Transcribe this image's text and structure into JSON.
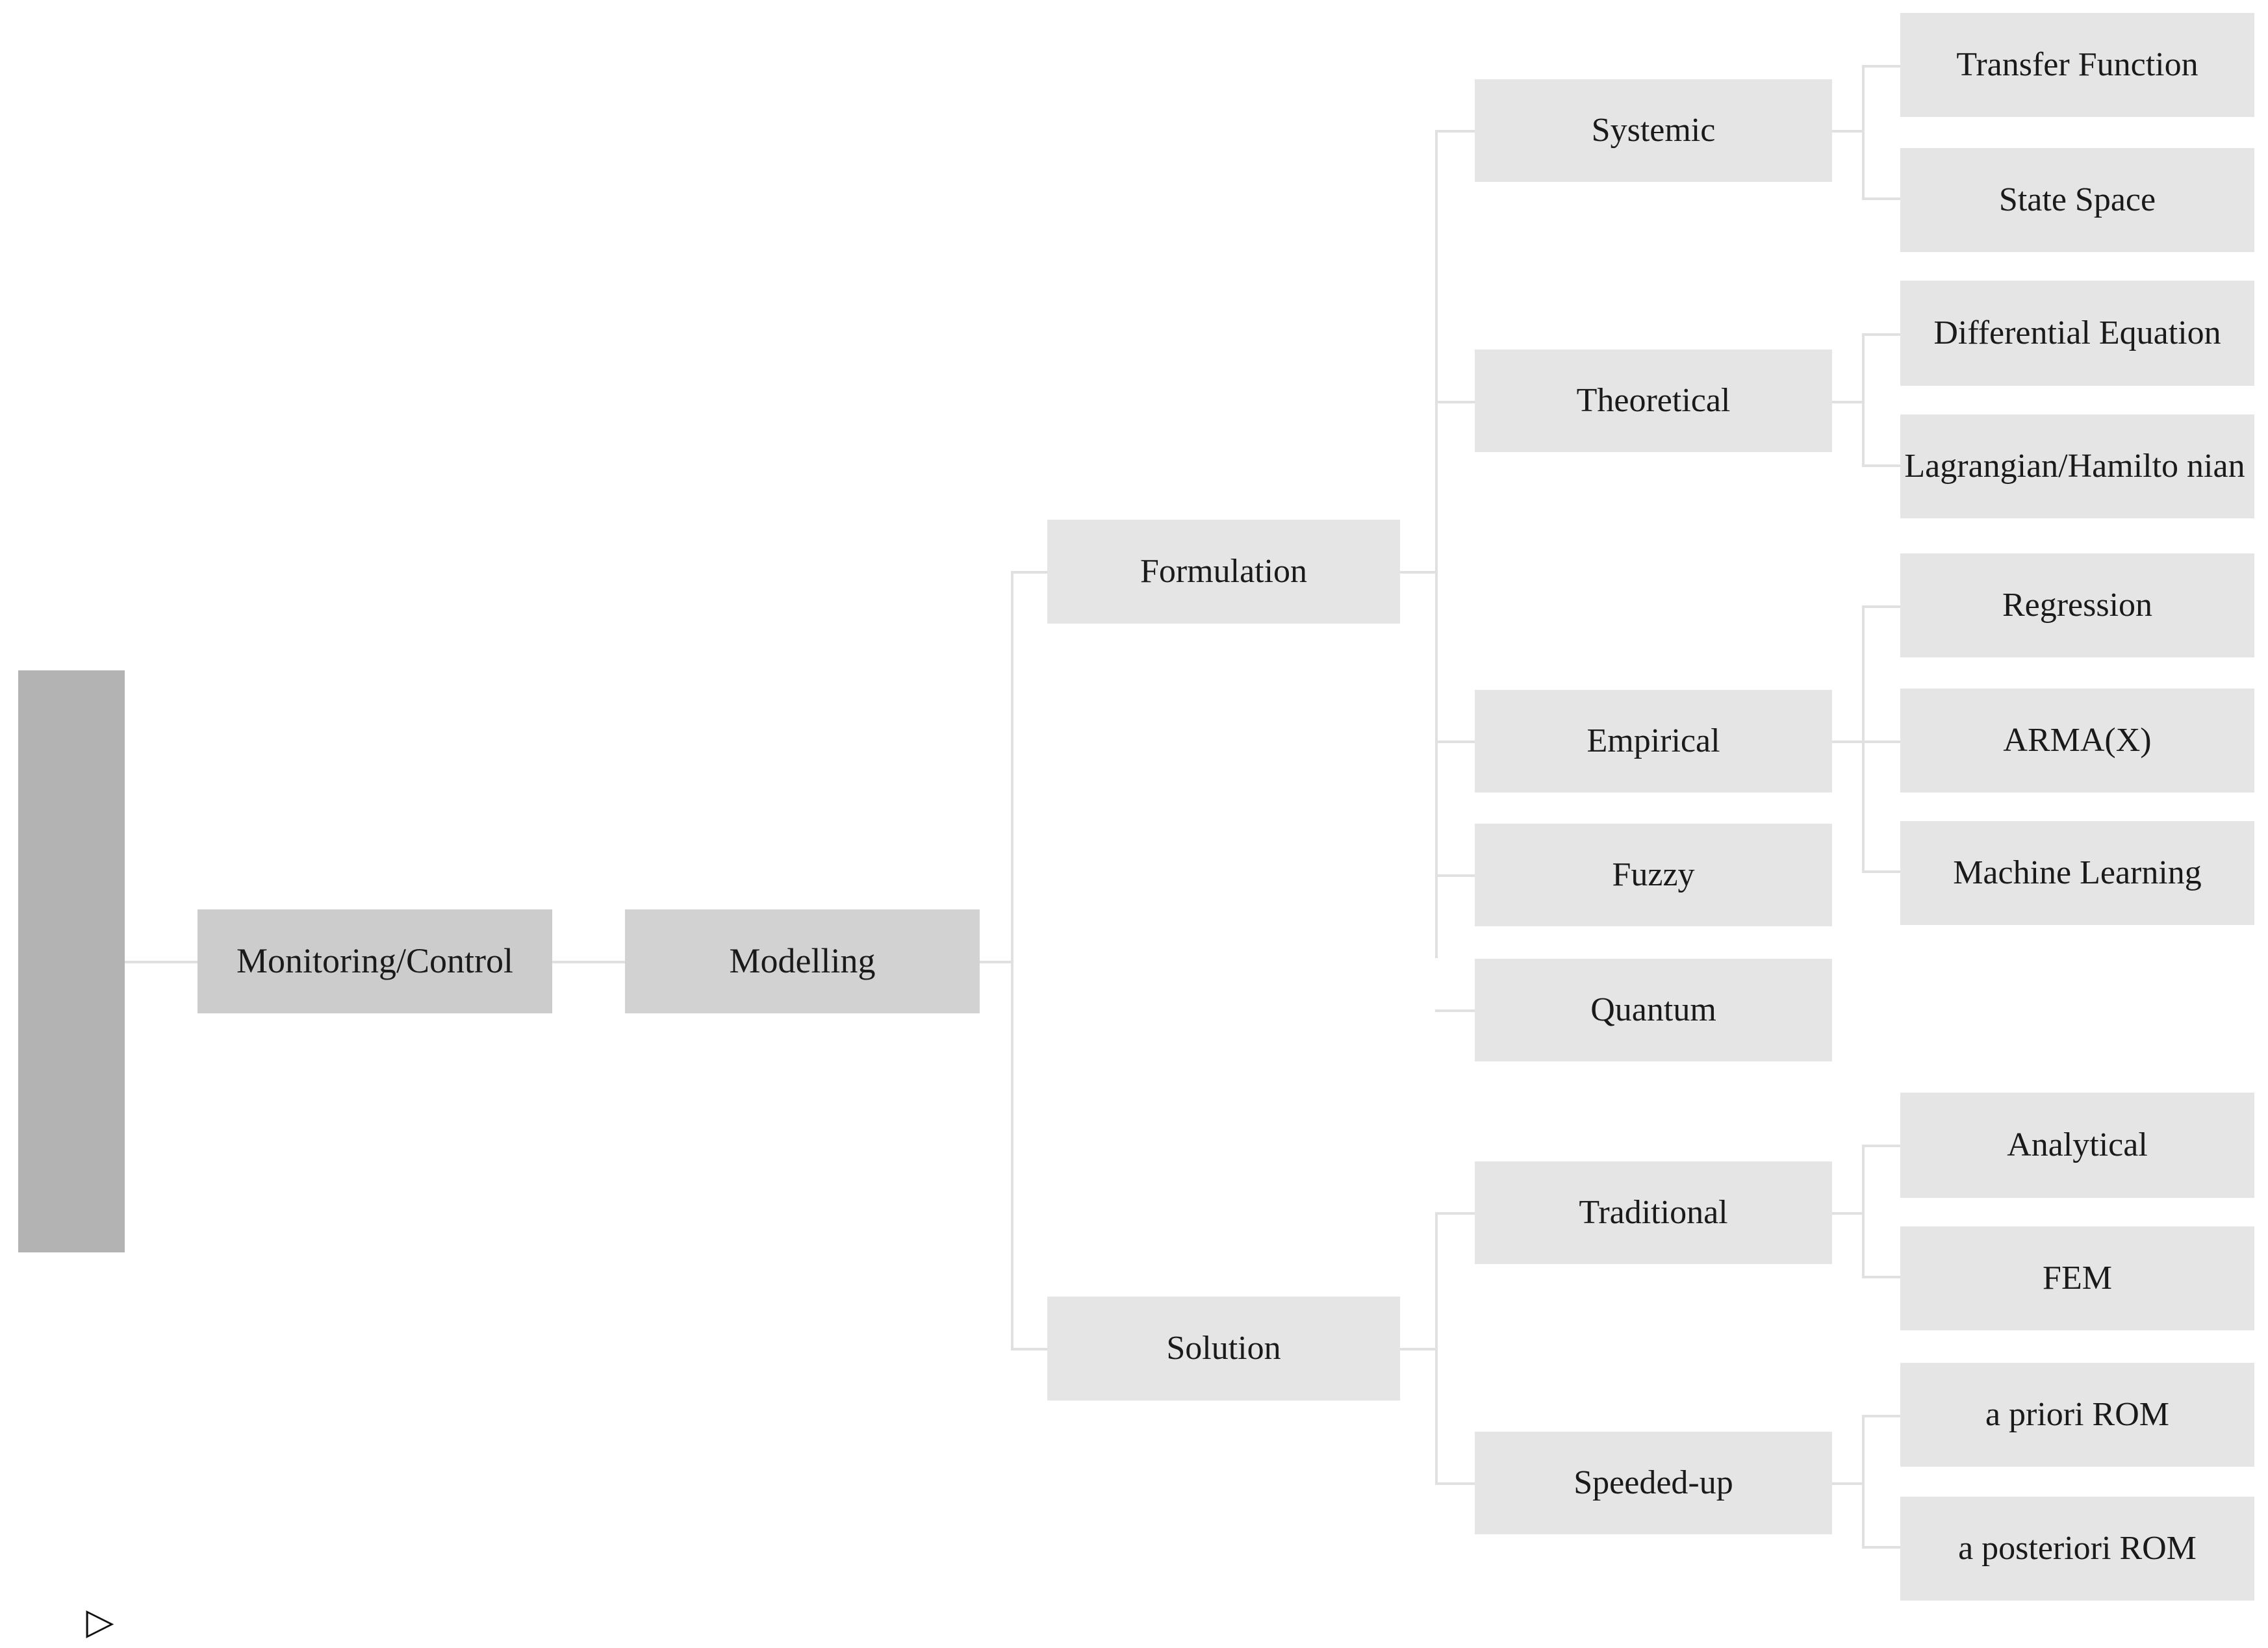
{
  "diagram": {
    "type": "horizontal-tree",
    "title": "Monitoring/Control Modelling taxonomy",
    "colors": {
      "root_fill": "#b3b3b3",
      "level1_fill": "#cccccc",
      "level2_fill": "#d2d2d2",
      "leaf_fill": "#e5e5e5",
      "connector": "#e0e0e0",
      "text": "#1a1a1a",
      "background": "#ffffff"
    },
    "root": {
      "glyph": "triangle-right-glyph",
      "glyph_char": "◁",
      "label": ""
    },
    "nodes": {
      "monitoring_control": "Monitoring/Control",
      "modelling": "Modelling",
      "formulation": "Formulation",
      "solution": "Solution",
      "systemic": "Systemic",
      "theoretical": "Theoretical",
      "empirical": "Empirical",
      "fuzzy": "Fuzzy",
      "quantum": "Quantum",
      "traditional": "Traditional",
      "speeded_up": "Speeded-up",
      "transfer_function": "Transfer Function",
      "state_space": "State Space",
      "differential_equation": "Differential Equation",
      "lagrangian_hamiltonian": "Lagrangian/Hamilto nian",
      "regression": "Regression",
      "arma_x": "ARMA(X)",
      "machine_learning": "Machine Learning",
      "analytical": "Analytical",
      "fem": "FEM",
      "a_priori_rom": "a priori ROM",
      "a_posteriori_rom": "a posteriori ROM"
    },
    "hierarchy": [
      {
        "label": "Monitoring/Control",
        "children": [
          {
            "label": "Modelling",
            "children": [
              {
                "label": "Formulation",
                "children": [
                  {
                    "label": "Systemic",
                    "children": [
                      {
                        "label": "Transfer Function"
                      },
                      {
                        "label": "State Space"
                      }
                    ]
                  },
                  {
                    "label": "Theoretical",
                    "children": [
                      {
                        "label": "Differential Equation"
                      },
                      {
                        "label": "Lagrangian/Hamilto nian"
                      }
                    ]
                  },
                  {
                    "label": "Empirical",
                    "children": [
                      {
                        "label": "Regression"
                      },
                      {
                        "label": "ARMA(X)"
                      },
                      {
                        "label": "Machine Learning"
                      }
                    ]
                  },
                  {
                    "label": "Fuzzy"
                  },
                  {
                    "label": "Quantum"
                  }
                ]
              },
              {
                "label": "Solution",
                "children": [
                  {
                    "label": "Traditional",
                    "children": [
                      {
                        "label": "Analytical"
                      },
                      {
                        "label": "FEM"
                      }
                    ]
                  },
                  {
                    "label": "Speeded-up",
                    "children": [
                      {
                        "label": "a priori ROM"
                      },
                      {
                        "label": "a posteriori ROM"
                      }
                    ]
                  }
                ]
              }
            ]
          }
        ]
      }
    ]
  }
}
